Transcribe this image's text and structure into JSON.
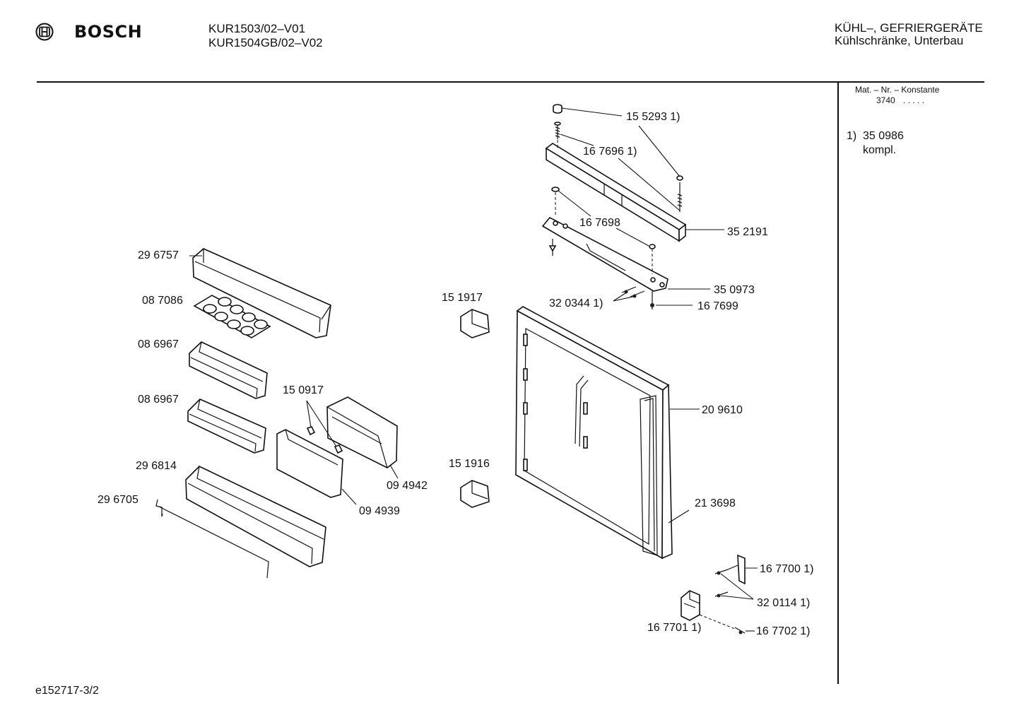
{
  "header": {
    "brand": "BOSCH",
    "models": [
      "KUR1503/02–V01",
      "KUR1504GB/02–V02"
    ],
    "category": [
      "KÜHL–, GEFRIERGERÄTE",
      "Kühlschränke, Unterbau"
    ]
  },
  "side_panel": {
    "mat_header": "Mat. – Nr. – Konstante",
    "mat_value": "3740",
    "mat_dots": ". . . . .",
    "note_number": "1)",
    "note_part": "35 0986",
    "note_text": "kompl."
  },
  "footer": {
    "doc_id": "e152717-3/2"
  },
  "parts": [
    "15 5293 1)",
    "16 7696 1)",
    "16 7698",
    "35 2191",
    "35 0973",
    "32 0344 1)",
    "16 7699",
    "29 6757",
    "08 7086",
    "08 6967",
    "08 6967",
    "15 1917",
    "15 0917",
    "20 9610",
    "29 6814",
    "09 4942",
    "15 1916",
    "29 6705",
    "09 4939",
    "21 3698",
    "16 7700 1)",
    "32 0114 1)",
    "16 7701 1)",
    "16 7702 1)"
  ]
}
